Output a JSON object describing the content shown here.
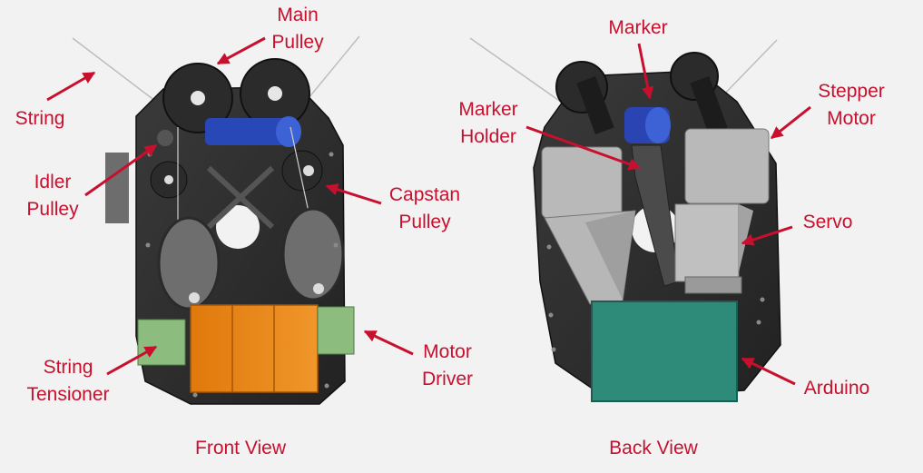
{
  "accent_color": "#c8102e",
  "front_view": {
    "caption": "Front View",
    "labels": {
      "main_pulley": [
        "Main",
        "Pulley"
      ],
      "string": [
        "String"
      ],
      "idler_pulley": [
        "Idler",
        "Pulley"
      ],
      "capstan_pulley": [
        "Capstan",
        "Pulley"
      ],
      "string_tensioner": [
        "String",
        "Tensioner"
      ],
      "motor_driver": [
        "Motor",
        "Driver"
      ]
    }
  },
  "back_view": {
    "caption": "Back View",
    "labels": {
      "marker": [
        "Marker"
      ],
      "marker_holder": [
        "Marker",
        "Holder"
      ],
      "stepper_motor": [
        "Stepper",
        "Motor"
      ],
      "servo": [
        "Servo"
      ],
      "arduino": [
        "Arduino"
      ]
    }
  }
}
